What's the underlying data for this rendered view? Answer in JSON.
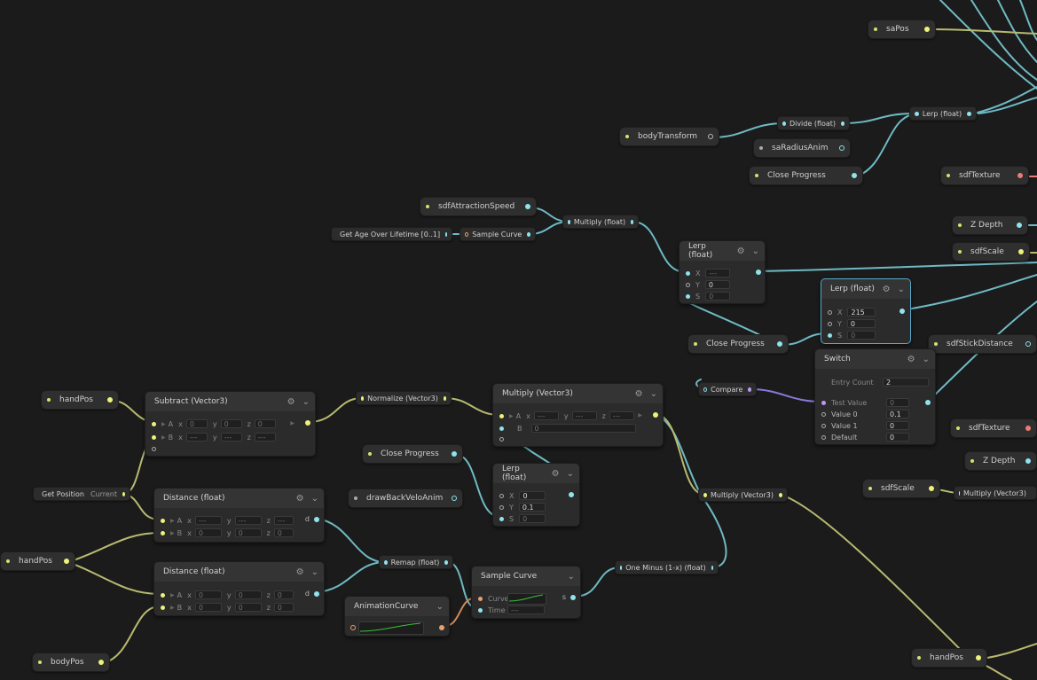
{
  "colors": {
    "background": "#1b1b1b",
    "wire_cyan": "#6fbac4",
    "wire_yellow": "#b8ba70",
    "wire_purple": "#8a78d8",
    "wire_orange": "#d08a58",
    "selection": "#58a9c9"
  },
  "icons": {
    "gear": "gear-icon",
    "chevron": "chevron-down-icon"
  },
  "properties": {
    "saPos": "saPos",
    "bodyTransform": "bodyTransform",
    "saRadiusAnim": "saRadiusAnim",
    "closeProgressTop": "Close Progress",
    "sdfTexture1": "sdfTexture",
    "sdfAttractionSpeed": "sdfAttractionSpeed",
    "zDepth1": "Z Depth",
    "sdfScale1": "sdfScale",
    "closeProgressMid": "Close Progress",
    "sdfStickDistance": "sdfStickDistance",
    "handPosTop": "handPos",
    "sdfTexture2": "sdfTexture",
    "closeProgressLow": "Close Progress",
    "zDepth2": "Z Depth",
    "drawBackVeloAnim": "drawBackVeloAnim",
    "sdfScale2": "sdfScale",
    "handPosLeft": "handPos",
    "bodyPos": "bodyPos",
    "handPosRight": "handPos"
  },
  "ops": {
    "divide": "Divide (float)",
    "lerpTop": "Lerp (float)",
    "getAge": "Get Age Over Lifetime [0..1]",
    "sampleCurveTop": "Sample Curve",
    "multiplyFloat": "Multiply (float)",
    "normalize": "Normalize (Vector3)",
    "getPosition": "Get Position",
    "getPositionSub": "Current",
    "compare": "Compare",
    "multiplyV3a": "Multiply (Vector3)",
    "multiplyV3b": "Multiply (Vector3)",
    "remap": "Remap (float)",
    "oneMinus": "One Minus (1-x) (float)"
  },
  "nodes": {
    "lerp1": {
      "title": "Lerp (float)",
      "x": "X",
      "y": "Y",
      "s": "S",
      "xv": "---",
      "yv": "0",
      "sv": "0"
    },
    "lerp2": {
      "title": "Lerp (float)",
      "x": "X",
      "y": "Y",
      "s": "S",
      "xv": "215",
      "yv": "0",
      "sv": "0"
    },
    "switch": {
      "title": "Switch",
      "entry_label": "Entry Count",
      "entry_value": "2",
      "test_label": "Test Value",
      "test_value": "0",
      "v0_label": "Value 0",
      "v0_value": "0.1",
      "v1_label": "Value 1",
      "v1_value": "0",
      "def_label": "Default",
      "def_value": "0"
    },
    "subtract": {
      "title": "Subtract (Vector3)",
      "a": "A",
      "b": "B",
      "x": "x",
      "y": "y",
      "z": "z",
      "ax": "0",
      "ay": "0",
      "az": "0",
      "bx": "---",
      "by": "---",
      "bz": "---"
    },
    "multiplyV3": {
      "title": "Multiply (Vector3)",
      "a": "A",
      "b": "B",
      "x": "x",
      "y": "y",
      "z": "z",
      "av": "---",
      "bv": "0"
    },
    "lerp3": {
      "title": "Lerp (float)",
      "x": "X",
      "y": "Y",
      "s": "S",
      "xv": "0",
      "yv": "0.1",
      "sv": "0"
    },
    "distance1": {
      "title": "Distance (float)",
      "a": "A",
      "b": "B",
      "x": "x",
      "y": "y",
      "z": "z",
      "out": "d",
      "ax": "---",
      "ay": "---",
      "az": "---",
      "bx": "0",
      "by": "0",
      "bz": "0"
    },
    "distance2": {
      "title": "Distance (float)",
      "a": "A",
      "b": "B",
      "x": "x",
      "y": "y",
      "z": "z",
      "out": "d",
      "ax": "0",
      "ay": "0",
      "az": "0",
      "bx": "0",
      "by": "0",
      "bz": "0"
    },
    "sampleCurve": {
      "title": "Sample Curve",
      "curve": "Curve",
      "time": "Time",
      "out": "s",
      "time_value": "---"
    },
    "animCurve": {
      "title": "AnimationCurve"
    }
  }
}
